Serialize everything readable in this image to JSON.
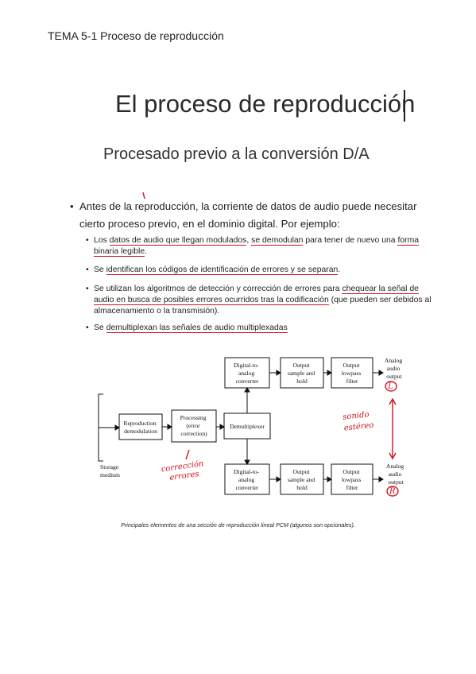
{
  "header": "TEMA 5-1 Proceso de reproducción",
  "title": "El proceso de reproducción",
  "subtitle": "Procesado previo a la conversión D/A",
  "intro": {
    "bullet": "•",
    "text": "Antes de la reproducción, la corriente de datos de audio puede necesitar cierto proceso previo, en el dominio digital. Por ejemplo:"
  },
  "items": [
    {
      "bullet": "•",
      "parts": [
        {
          "t": "Los "
        },
        {
          "t": "datos de audio que llegan modulados",
          "u": true
        },
        {
          "t": ", "
        },
        {
          "t": "se demodulan",
          "u": true
        },
        {
          "t": " para tener de nuevo una "
        },
        {
          "t": "forma binaria legible",
          "u": true
        },
        {
          "t": "."
        }
      ]
    },
    {
      "bullet": "•",
      "parts": [
        {
          "t": "Se "
        },
        {
          "t": "identifican los códigos de identificación de errores y se separan",
          "u": true
        },
        {
          "t": "."
        }
      ]
    },
    {
      "bullet": "•",
      "parts": [
        {
          "t": "Se utilizan los algoritmos de detección y corrección de errores para "
        },
        {
          "t": "chequear la señal de audio en busca de posibles errores ocurridos tras la codificación",
          "u": true
        },
        {
          "t": " (que pueden ser debidos al almacenamiento o la transmisión)."
        }
      ]
    },
    {
      "bullet": "•",
      "parts": [
        {
          "t": "Se "
        },
        {
          "t": "demultiplexan las señales de audio multiplexadas",
          "u": true
        }
      ]
    }
  ],
  "diagram": {
    "storage": [
      "Storage",
      "medium"
    ],
    "demod": [
      "Reproduction",
      "demodulation"
    ],
    "processing": [
      "Processing",
      "(error",
      "correction)"
    ],
    "demux": [
      "Demultiplexer"
    ],
    "dac_top": [
      "Digital-to-",
      "analog",
      "converter"
    ],
    "sh_top": [
      "Output",
      "sample and",
      "hold"
    ],
    "lpf_top": [
      "Output",
      "lowpass",
      "filter"
    ],
    "dac_bot": [
      "Digital-to-",
      "analog",
      "converter"
    ],
    "sh_bot": [
      "Output",
      "sample and",
      "hold"
    ],
    "lpf_bot": [
      "Output",
      "lowpass",
      "filter"
    ],
    "out_top": [
      "Analog",
      "audio",
      "output"
    ],
    "out_bot": [
      "Analog",
      "audio",
      "output"
    ],
    "out_top_mark": "L",
    "out_bot_mark": "R",
    "note_correction": [
      "corrección",
      "errores"
    ],
    "note_stereo": [
      "sonido",
      "estéreo"
    ]
  },
  "caption": "Principales elementos de una sección de reproducción lineal PCM (algunos son opcionales).",
  "colors": {
    "annotation": "#d0121b",
    "text": "#1f1f1f"
  }
}
